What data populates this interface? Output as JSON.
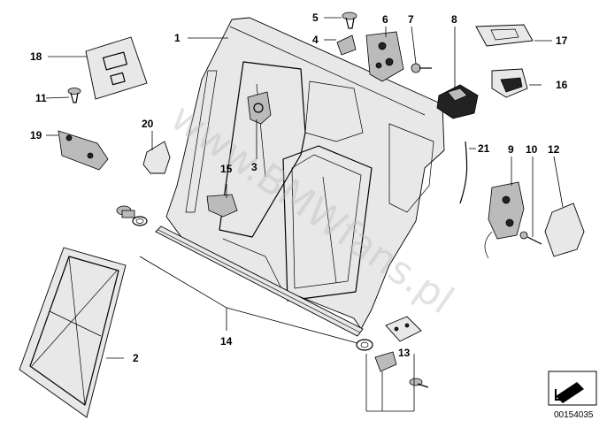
{
  "diagram": {
    "callouts": [
      "1",
      "2",
      "3",
      "4",
      "5",
      "6",
      "7",
      "8",
      "9",
      "10",
      "11",
      "12",
      "13",
      "14",
      "15",
      "16",
      "17",
      "18",
      "19",
      "20",
      "21"
    ],
    "watermark": "www.BMWfans.pl",
    "code": "00154035",
    "colors": {
      "line": "#000000",
      "background": "#ffffff",
      "watermark": "#bfbfbf"
    }
  }
}
